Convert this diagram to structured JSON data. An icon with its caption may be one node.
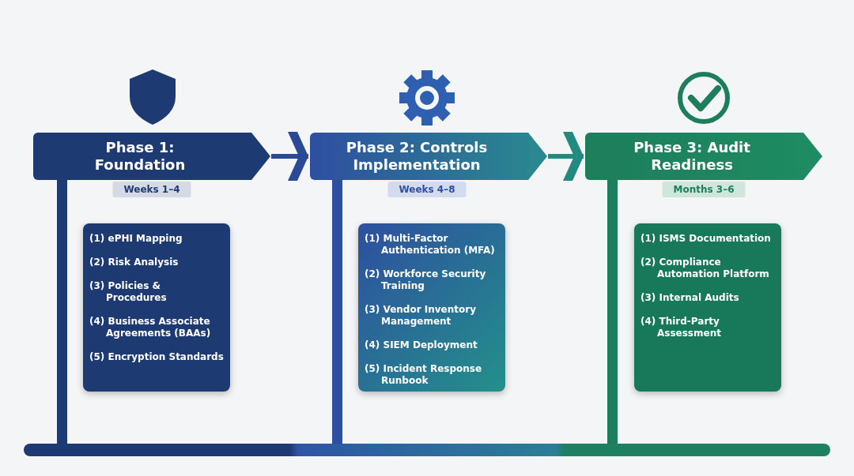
{
  "diagram": {
    "nodes": [
      {
        "text": [
          "Phase 1: Foundation"
        ],
        "beside": [
          "Weeks 1–4"
        ]
      },
      {
        "text": [
          "Phase 2: Controls Implementation"
        ],
        "beside": [
          "Weeks 4–8"
        ]
      },
      {
        "text": [
          "Phase 3: Audit Readiness"
        ],
        "beside": [
          "Months 3–6"
        ]
      },
      {
        "text": [
          "(1) ePHI Mapping",
          "(2) Risk Analysis",
          "(3) Policies & Procedures",
          "(4) Business Associate Agreements (BAAs)",
          "(5) Encryption Standards"
        ]
      },
      {
        "text": [
          "(1) Multi-Factor Authentication (MFA)",
          "(2) Workforce Security Training",
          "(3) Vendor Inventory Management",
          "(4) SIEM Deployment",
          "(5) Incident Response Runbook"
        ]
      },
      {
        "text": [
          "(1) ISMS Documentation",
          "(2) Compliance Automation Platform",
          "(3) Internal Audits",
          "(4) Third-Party Assessment"
        ]
      },
      {
        "text": [],
        "shape": "bar"
      }
    ],
    "edges": [
      {
        "from": 0,
        "to": 1,
        "arrow": "to"
      },
      {
        "from": 1,
        "to": 2,
        "arrow": "to"
      }
    ]
  }
}
